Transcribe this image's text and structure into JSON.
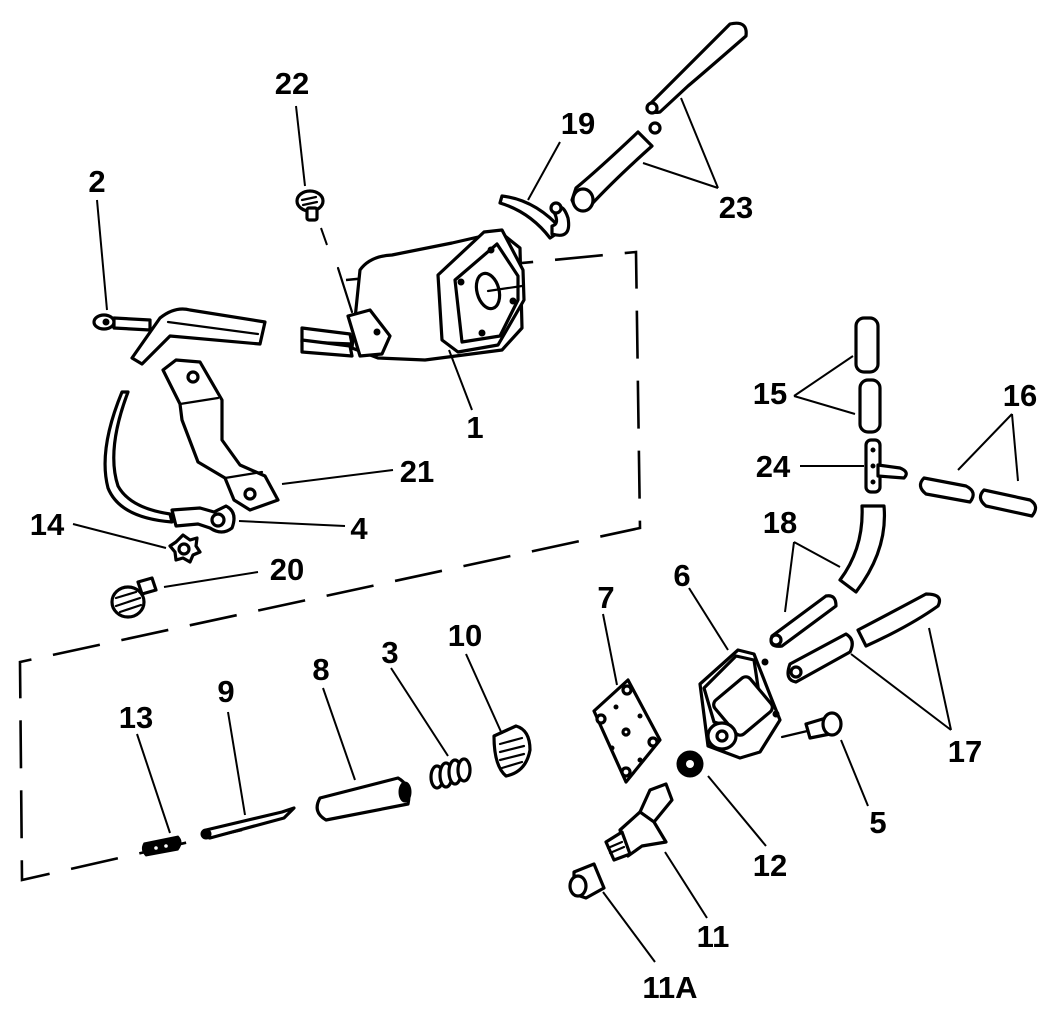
{
  "diagram": {
    "title": "",
    "colors": {
      "ink": "#000000",
      "paper": "#ffffff"
    },
    "parts": [
      {
        "id": "1",
        "label": "1",
        "name": "fuel-pump-body-cylinder"
      },
      {
        "id": "2",
        "label": "2",
        "name": "wire-lead-with-terminal"
      },
      {
        "id": "3",
        "label": "3",
        "name": "spring"
      },
      {
        "id": "4",
        "label": "4",
        "name": "ground-lead-ring-terminal"
      },
      {
        "id": "5",
        "label": "5",
        "name": "screw"
      },
      {
        "id": "6",
        "label": "6",
        "name": "pump-housing"
      },
      {
        "id": "7",
        "label": "7",
        "name": "diaphragm-gasket-plate"
      },
      {
        "id": "8",
        "label": "8",
        "name": "plunger-sleeve"
      },
      {
        "id": "9",
        "label": "9",
        "name": "plunger-pin"
      },
      {
        "id": "10",
        "label": "10",
        "name": "filter-screen"
      },
      {
        "id": "11",
        "label": "11",
        "name": "fitting-elbow-valve"
      },
      {
        "id": "11A",
        "label": "11A",
        "name": "cap"
      },
      {
        "id": "12",
        "label": "12",
        "name": "washer-seal"
      },
      {
        "id": "13",
        "label": "13",
        "name": "set-screw"
      },
      {
        "id": "14",
        "label": "14",
        "name": "lock-washer"
      },
      {
        "id": "15",
        "label": "15",
        "name": "hose-pair-vertical"
      },
      {
        "id": "16",
        "label": "16",
        "name": "hose-pair-horizontal"
      },
      {
        "id": "17",
        "label": "17",
        "name": "hose-pair-lower"
      },
      {
        "id": "18",
        "label": "18",
        "name": "hose-pair-middle"
      },
      {
        "id": "19",
        "label": "19",
        "name": "hose-clamp"
      },
      {
        "id": "20",
        "label": "20",
        "name": "mounting-screw"
      },
      {
        "id": "21",
        "label": "21",
        "name": "mounting-bracket"
      },
      {
        "id": "22",
        "label": "22",
        "name": "terminal-screw"
      },
      {
        "id": "23",
        "label": "23",
        "name": "hose-pair-upper"
      },
      {
        "id": "24",
        "label": "24",
        "name": "tee-connector"
      }
    ]
  }
}
